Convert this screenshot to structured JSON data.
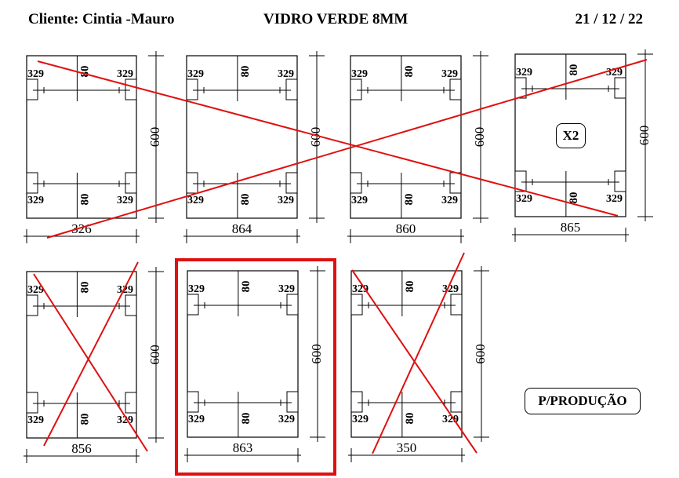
{
  "header": {
    "client": "Cliente: Cintia -Mauro",
    "title": "VIDRO VERDE  8MM",
    "date": "21 / 12 / 22"
  },
  "panels": [
    {
      "id": "panel-1",
      "width": "326",
      "height": "600",
      "corner": "329",
      "center": "80",
      "crossed": true
    },
    {
      "id": "panel-2",
      "width": "864",
      "height": "600",
      "corner": "329",
      "center": "80",
      "crossed": true
    },
    {
      "id": "panel-3",
      "width": "860",
      "height": "600",
      "corner": "329",
      "center": "80",
      "crossed": true
    },
    {
      "id": "panel-4",
      "width": "865",
      "height": "600",
      "corner": "329",
      "center": "80",
      "crossed": true,
      "badge": "X2"
    },
    {
      "id": "panel-5",
      "width": "856",
      "height": "600",
      "corner": "329",
      "center": "80",
      "crossed": true
    },
    {
      "id": "panel-6",
      "width": "863",
      "height": "600",
      "corner": "329",
      "center": "80",
      "crossed": false,
      "highlighted": true
    },
    {
      "id": "panel-7",
      "width": "350",
      "height": "600",
      "corner": "329",
      "center": "80",
      "crossed": true
    }
  ],
  "badges": {
    "quantity": "X2",
    "production": "P/PRODUÇÃO"
  },
  "colors": {
    "cross": "#e01010",
    "highlight": "#e01010",
    "ink": "#000000"
  }
}
